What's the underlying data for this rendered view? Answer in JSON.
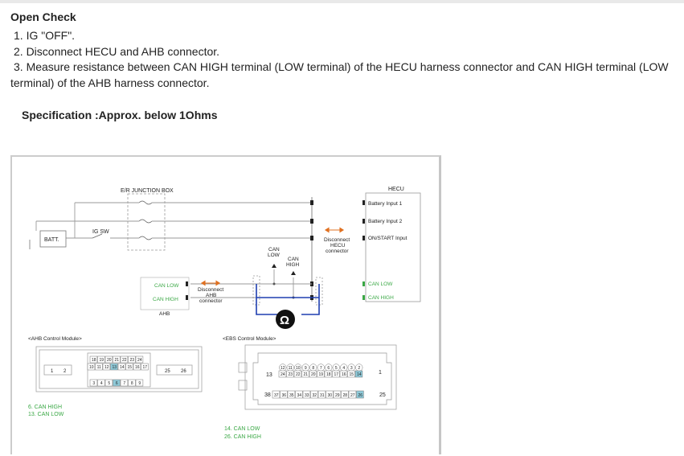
{
  "section_title": "Open Check",
  "steps": [
    "1. IG \"OFF\".",
    "2. Disconnect HECU and AHB connector.",
    "3. Measure resistance between CAN HIGH terminal (LOW terminal) of the HECU harness connector and CAN HIGH terminal (LOW terminal) of the AHB harness connector."
  ],
  "specification": "Specification :Approx. below 1Ohms",
  "diagram": {
    "er_junction_box": "E/R JUNCTION BOX",
    "batt": "BATT.",
    "ig_sw": "IG SW",
    "hecu": "HECU",
    "hecu_pins": [
      "Battery Input 1",
      "Battery Input 2",
      "ON/START Input",
      "CAN LOW",
      "CAN HIGH"
    ],
    "disconnect_hecu": [
      "Disconnect",
      "HECU",
      "connector"
    ],
    "can_low": [
      "CAN",
      "LOW"
    ],
    "can_high": [
      "CAN",
      "HIGH"
    ],
    "ahb_pins": [
      "CAN LOW",
      "CAN HIGH"
    ],
    "ahb": "AHB",
    "disconnect_ahb": [
      "Disconnect",
      "AHB",
      "connector"
    ],
    "ohm_symbol": "Ω",
    "ahb_module": "<AHB Control Module>",
    "ebs_module": "<EBS Control Module>",
    "ahb_conn_small": [
      "1",
      "2"
    ],
    "ahb_conn_top_row": [
      "18",
      "19",
      "20",
      "21",
      "22",
      "23",
      "24"
    ],
    "ahb_conn_mid_row": [
      "10",
      "11",
      "12",
      "13",
      "14",
      "15",
      "16",
      "17"
    ],
    "ahb_conn_bottom_row": [
      "3",
      "4",
      "5",
      "6",
      "7",
      "8",
      "9"
    ],
    "ahb_conn_right": [
      "25",
      "26"
    ],
    "ebs_conn_top": [
      "12",
      "11",
      "10",
      "9",
      "8",
      "7",
      "6",
      "5",
      "4",
      "3",
      "2"
    ],
    "ebs_conn_mid": [
      "24",
      "23",
      "22",
      "21",
      "20",
      "19",
      "18",
      "17",
      "16",
      "15",
      "14"
    ],
    "ebs_conn_bottom": [
      "37",
      "36",
      "35",
      "34",
      "33",
      "32",
      "31",
      "30",
      "29",
      "28",
      "27",
      "26"
    ],
    "ebs_conn_labels": [
      "13",
      "1",
      "38",
      "25"
    ],
    "ahb_legend": [
      "6. CAN HIGH",
      "13. CAN LOW"
    ],
    "ebs_legend": [
      "14. CAN LOW",
      "26. CAN HIGH"
    ],
    "colors": {
      "wire": "#9a9a9a",
      "measure": "#1f3fb0",
      "arrow": "#e07020",
      "highlight": "#8ec9d8",
      "pin_green": "#3aa845"
    }
  }
}
